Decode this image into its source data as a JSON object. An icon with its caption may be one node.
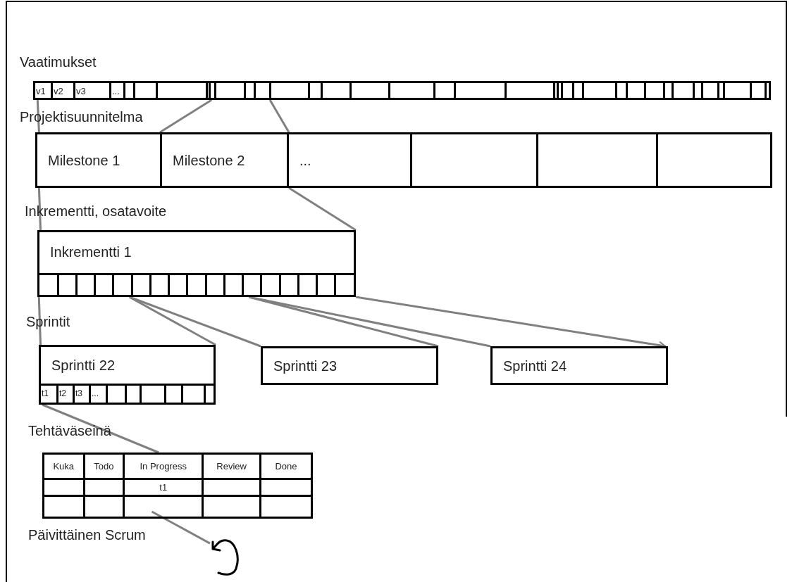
{
  "diagram": {
    "nodes": [
      {
        "text": [
          "v1",
          "v2",
          "v3",
          "..."
        ]
      },
      {
        "text": [
          "Milestone 1"
        ]
      },
      {
        "text": [
          "Milestone 2"
        ]
      },
      {
        "text": [
          "..."
        ]
      },
      {
        "text": [],
        "shape": "box"
      },
      {
        "text": [],
        "shape": "box"
      },
      {
        "text": [],
        "shape": "box"
      },
      {
        "text": [
          "Inkrementti 1"
        ]
      },
      {
        "text": [
          "Sprintti 22",
          "t1",
          "t2",
          "t3",
          "..."
        ]
      },
      {
        "text": [
          "Sprintti 23"
        ]
      },
      {
        "text": [
          "Sprintti 24"
        ]
      },
      {
        "text": [
          "Kuka",
          "Todo",
          "In Progress",
          "Review",
          "Done",
          "t1"
        ]
      },
      {
        "text": [],
        "shape": "picture"
      }
    ],
    "edges": [
      {
        "from": 0,
        "to": 1,
        "arrow": "none"
      },
      {
        "from": 0,
        "to": 2,
        "arrow": "none"
      },
      {
        "from": 0,
        "to": 2,
        "arrow": "none"
      },
      {
        "from": 1,
        "to": 7,
        "arrow": "none"
      },
      {
        "from": 2,
        "to": 7,
        "arrow": "none"
      },
      {
        "from": 7,
        "to": 8,
        "arrow": "none"
      },
      {
        "from": 7,
        "to": 8,
        "arrow": "none"
      },
      {
        "from": 7,
        "to": 9,
        "arrow": "none"
      },
      {
        "from": 7,
        "to": 9,
        "arrow": "none"
      },
      {
        "from": 7,
        "to": 10,
        "arrow": "none"
      },
      {
        "from": 7,
        "to": 10,
        "arrow": "to"
      },
      {
        "from": 8,
        "to": 11,
        "arrow": "none"
      },
      {
        "from": 11,
        "to": 12,
        "arrow": "none"
      }
    ],
    "labels": [
      "Vaatimukset",
      "Projektisuunnitelma",
      "Inkrementti, osatavoite",
      "Sprintit",
      "Tehtäväseinä",
      "Päivittäinen Scrum"
    ]
  }
}
